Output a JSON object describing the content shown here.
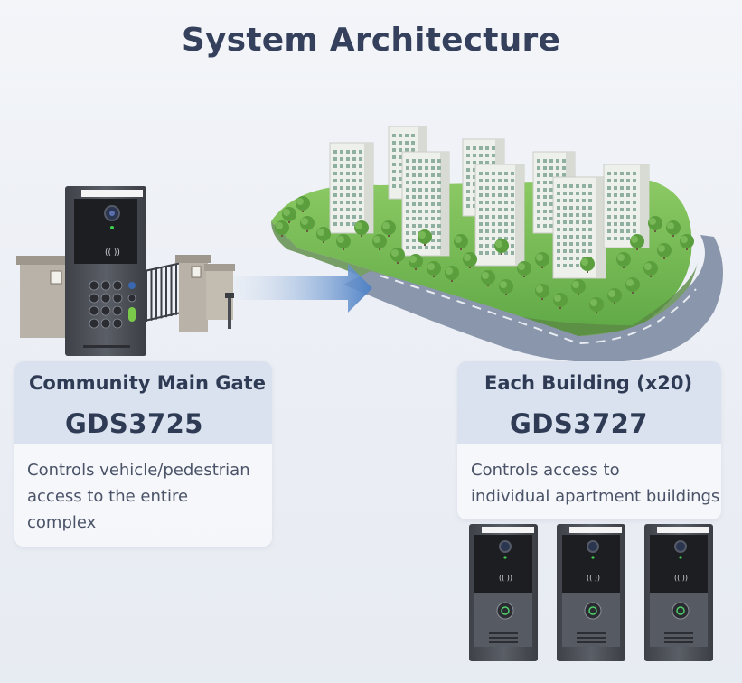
{
  "title": "System Architecture",
  "gate": {
    "title": "Community Main Gate",
    "model": "GDS3725",
    "description_lines": [
      "Controls vehicle/pedestrian",
      "access to the entire",
      "complex"
    ]
  },
  "building": {
    "title": "Each Building (x20)",
    "model": "GDS3727",
    "description_lines": [
      "Controls access to",
      "individual apartment buildings"
    ]
  },
  "colors": {
    "title_text": "#34405c",
    "card_header": "#d9e2ee",
    "arrow": "#5d8ccc",
    "device_body": "#4d5159",
    "device_panel": "#1c1e22",
    "grass": "#7cbf5a",
    "road": "#8a96ab",
    "building_wall": "#eef0ec",
    "building_window": "#8fb0a0"
  },
  "icons": [
    "camera-icon",
    "led-indicator-icon",
    "nfc-icon",
    "keypad-icon",
    "arrow-icon"
  ]
}
